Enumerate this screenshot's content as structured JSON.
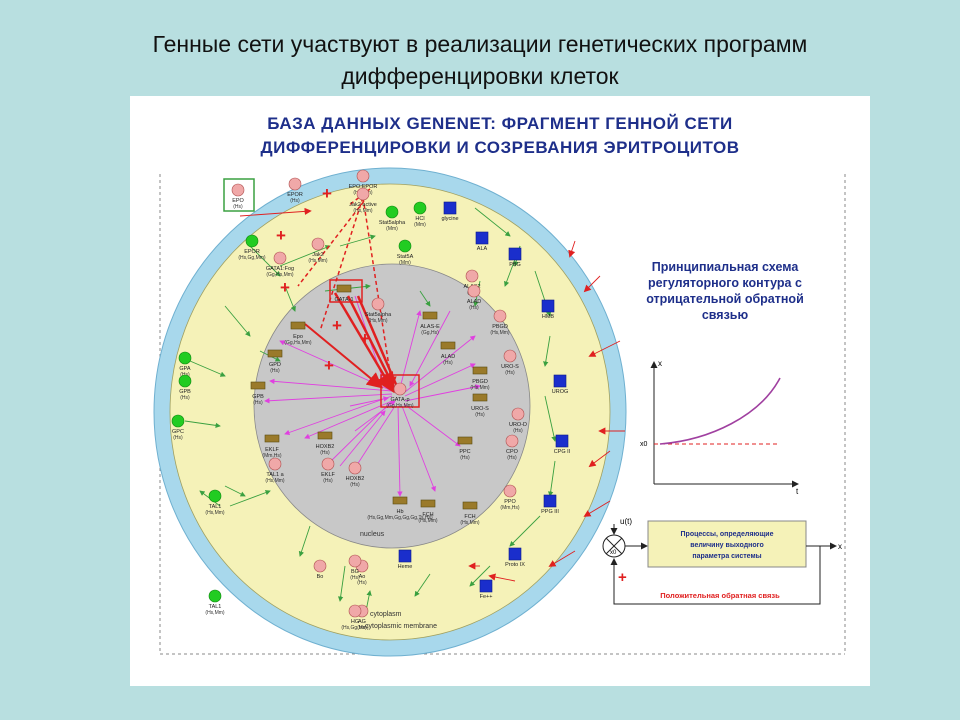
{
  "slide": {
    "title_line1": "Генные сети участвуют в реализации генетических программ",
    "title_line2": "дифференцировки клеток"
  },
  "figure": {
    "title_line1": "БАЗА ДАННЫХ GENENET: ФРАГМЕНТ ГЕННОЙ СЕТИ",
    "title_line2": "ДИФФЕРЕНЦИРОВКИ И СОЗРЕВАНИЯ ЭРИТРОЦИТОВ"
  },
  "colors": {
    "background": "#b8dfe0",
    "membrane": "#a8d8ec",
    "cytoplasm": "#f5f2b8",
    "nucleus": "#c8c8c8",
    "title_blue": "#1e2f8a",
    "activation_red": "#e02020",
    "regulation_pink": "#e040e0",
    "transport_green": "#3aa040",
    "protein": "#f0a8a8",
    "gene_box": "#9a7a2a",
    "small_molecule": "#1a2ecc",
    "ion_green": "#22cc22"
  },
  "network": {
    "regions": {
      "cytoplasm": "cytoplasm",
      "nucleus": "nucleus",
      "membrane": "cytoplasmic membrane"
    },
    "nodes": [
      {
        "label": "EPO",
        "sub": "(Hs)"
      },
      {
        "label": "EPOR",
        "sub": "(Hs)"
      },
      {
        "label": "EPO:EPOR",
        "sub": "(Hs,Mm)"
      },
      {
        "label": "Jak2 active",
        "sub": "(Hs,Mm)"
      },
      {
        "label": "EPOR",
        "sub": "(Hs,Gg,Mm)"
      },
      {
        "label": "GATA1:Fog",
        "sub": "(Gg,Hs,Mm)"
      },
      {
        "label": "Jak2",
        "sub": "(Hs,Mm)"
      },
      {
        "label": "Stat5alpha",
        "sub": "(Mm)"
      },
      {
        "label": "Stat5A",
        "sub": "(Mm)"
      },
      {
        "label": "HCl",
        "sub": "(Mm)"
      },
      {
        "label": "glycine",
        "sub": ""
      },
      {
        "label": "ALA",
        "sub": ""
      },
      {
        "label": "ALAS2",
        "sub": "(Hs)"
      },
      {
        "label": "ALAD",
        "sub": "(Hs)"
      },
      {
        "label": "PBG",
        "sub": ""
      },
      {
        "label": "HMB",
        "sub": ""
      },
      {
        "label": "PBGD",
        "sub": "(Hs,Mm)"
      },
      {
        "label": "GATA-1",
        "sub": ""
      },
      {
        "label": "Stat5alpha",
        "sub": "(Hs,Mm)"
      },
      {
        "label": "ALAS-E",
        "sub": "(Gg,Hs)"
      },
      {
        "label": "ALAD",
        "sub": "(Hs)"
      },
      {
        "label": "Epo",
        "sub": "(Gg,Hs,Mm)"
      },
      {
        "label": "GPD",
        "sub": "(Hs)"
      },
      {
        "label": "GPB",
        "sub": "(Hs)"
      },
      {
        "label": "GPA",
        "sub": "(Hs)"
      },
      {
        "label": "GPB",
        "sub": "(Hs)"
      },
      {
        "label": "GPC",
        "sub": "(Hs)"
      },
      {
        "label": "GATA-p",
        "sub": "(Gg,Hs,Mm)"
      },
      {
        "label": "PBGD",
        "sub": "(Hs,Mm)"
      },
      {
        "label": "URO-S",
        "sub": "(Hs)"
      },
      {
        "label": "UROG",
        "sub": ""
      },
      {
        "label": "URO-S",
        "sub": "(Hs)"
      },
      {
        "label": "URO-D",
        "sub": "(Hs)"
      },
      {
        "label": "CPG II",
        "sub": ""
      },
      {
        "label": "CPO",
        "sub": "(Hs)"
      },
      {
        "label": "PPC",
        "sub": "(Hs)"
      },
      {
        "label": "PPO",
        "sub": "(Mm,Hs)"
      },
      {
        "label": "PPG III",
        "sub": ""
      },
      {
        "label": "FCH",
        "sub": "(Hs,Mm)"
      },
      {
        "label": "Proto IX",
        "sub": ""
      },
      {
        "label": "Fe++",
        "sub": ""
      },
      {
        "label": "Heme",
        "sub": ""
      },
      {
        "label": "TAL1",
        "sub": "(Hs,Mm)"
      },
      {
        "label": "EKLF",
        "sub": "(Mm,Hs)"
      },
      {
        "label": "HOXB2",
        "sub": "(Hs)"
      },
      {
        "label": "TAL1 a",
        "sub": "(Hs,Mm)"
      },
      {
        "label": "EKLF",
        "sub": "(Hs)"
      },
      {
        "label": "HOXB2",
        "sub": "(Hs)"
      },
      {
        "label": "TAL1",
        "sub": "(Hs,Mm)"
      },
      {
        "label": "Ao",
        "sub": "(Hs)"
      },
      {
        "label": "Bo",
        "sub": ""
      },
      {
        "label": "Hb",
        "sub": "(Hs,Gg,Mm,Gg,Gg,Gg,Ts,Hs)"
      },
      {
        "label": "BG",
        "sub": "(Hs)"
      },
      {
        "label": "AG",
        "sub": "(Hs)"
      },
      {
        "label": "HG",
        "sub": "(Hs,Gg,Mm)"
      },
      {
        "label": "FCH",
        "sub": "(Hs,Mm)"
      }
    ],
    "plus_sign": "+"
  },
  "scheme": {
    "title_line1": "Принципиальная схема",
    "title_line2": "регуляторного контура с",
    "title_line3": "отрицательной обратной",
    "title_line4": "связью",
    "plot": {
      "y_label": "x",
      "x_label": "t",
      "x0_label": "x0"
    },
    "block_text_line1": "Процессы, определяющие",
    "block_text_line2": "величину выходного",
    "block_text_line3": "параметра системы",
    "input_label": "u(t)",
    "output_label": "x",
    "feedback_sign": "+",
    "comparator_label": "x0",
    "feedback_label": "Положительная обратная связь"
  }
}
